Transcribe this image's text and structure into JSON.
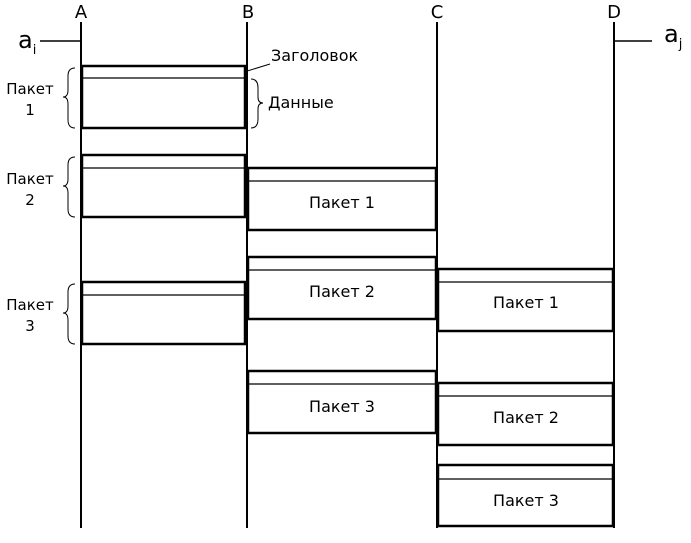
{
  "nodes": [
    {
      "id": "A",
      "label": "A"
    },
    {
      "id": "B",
      "label": "B"
    },
    {
      "id": "C",
      "label": "C"
    },
    {
      "id": "D",
      "label": "D"
    }
  ],
  "endpoints": {
    "source": {
      "main": "a",
      "sub": "i"
    },
    "dest": {
      "main": "a",
      "sub": "j"
    }
  },
  "annotations": {
    "header": "Заголовок",
    "data": "Данные"
  },
  "source_packets": [
    {
      "word": "Пакет",
      "num": "1"
    },
    {
      "word": "Пакет",
      "num": "2"
    },
    {
      "word": "Пакет",
      "num": "3"
    }
  ],
  "relayed_packets": {
    "B-C": [
      "Пакет 1",
      "Пакет 2",
      "Пакет 3"
    ],
    "C-D": [
      "Пакет 1",
      "Пакет 2",
      "Пакет 3"
    ]
  }
}
